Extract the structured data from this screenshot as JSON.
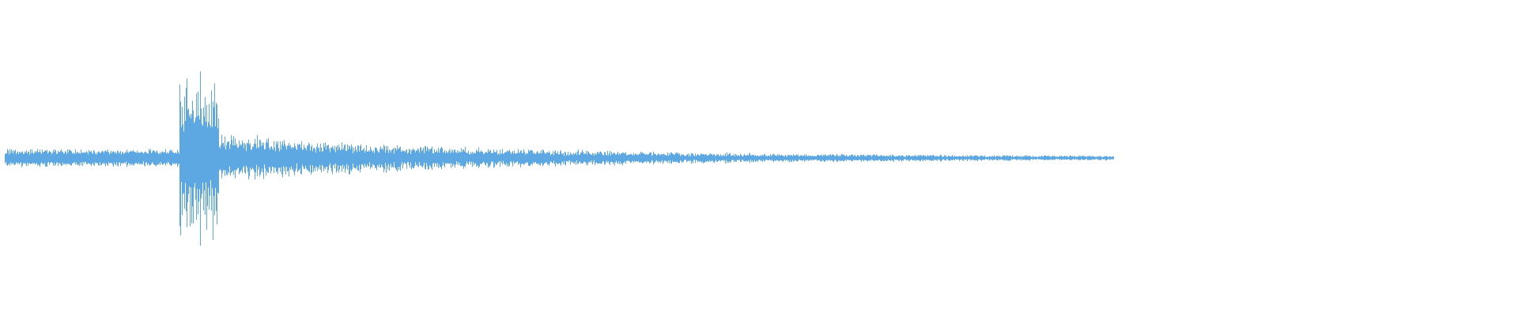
{
  "waveform": {
    "color": "#5DA8E3",
    "background": "#FFFFFF",
    "amplitude_profile": {
      "pre_event_level": 0.055,
      "onset_fraction": 0.118,
      "peak_level": 0.51,
      "peak_duration_fraction": 0.026,
      "decay_tail_level": 0.14,
      "end_level": 0.012,
      "end_fraction": 0.733
    },
    "seed": 42
  }
}
